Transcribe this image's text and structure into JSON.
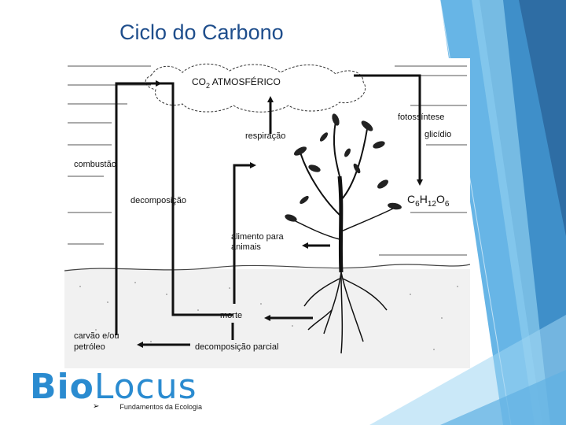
{
  "slide": {
    "title": "Ciclo do Carbono",
    "footer_text": "Fundamentos da Ecologia",
    "logo": {
      "part1": "Bio",
      "part2": "Locus"
    },
    "colors": {
      "title": "#1f4e8c",
      "accent_dark": "#2e6da4",
      "accent_light": "#67b5e6",
      "logo": "#2a8bd0"
    }
  },
  "diagram": {
    "co2_prefix": "CO",
    "co2_sub": "2",
    "co2_suffix": " ATMOSFÉRICO",
    "respiracao": "respiração",
    "fotossintese": "fotossíntese",
    "glicidio": "glicídio",
    "combustao": "combustão",
    "decomposicao": "decomposição",
    "glucose": {
      "c": "C",
      "c_n": "6",
      "h": "H",
      "h_n": "12",
      "o": "O",
      "o_n": "6"
    },
    "alimento_line1": "alimento para",
    "alimento_line2": "animais",
    "morte": "morte",
    "carvao_line1": "carvão e/ou",
    "carvao_line2": "petróleo",
    "decomposicao_parcial": "decomposição parcial"
  }
}
